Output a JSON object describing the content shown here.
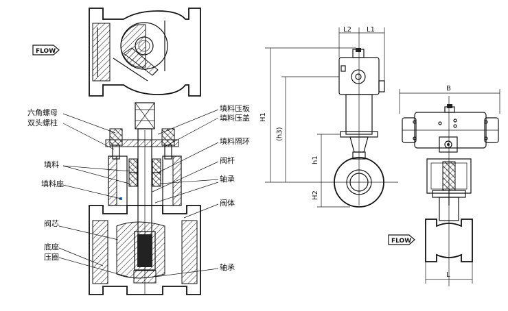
{
  "flow_arrows": [
    "FLOW",
    "FLOW"
  ],
  "labels_left": {
    "hex_nut": "六角螺母",
    "stud": "双头螺柱",
    "packing": "填料",
    "packing_seat": "填料座",
    "plug": "阀芯",
    "base": "底座",
    "gland_ring": "压圈"
  },
  "labels_right": {
    "packing_plate": "填料压板",
    "packing_cover": "填料压盖",
    "packing_spacer": "填料隔环",
    "stem": "阀杆",
    "bearing_top": "轴承",
    "body": "阀体",
    "bearing_bottom": "轴承"
  },
  "dimensions": {
    "L2": "L2",
    "L1": "L1",
    "H1": "H1",
    "h3": "(h3)",
    "h1": "h1",
    "H2": "H2",
    "B": "B",
    "L": "L"
  }
}
